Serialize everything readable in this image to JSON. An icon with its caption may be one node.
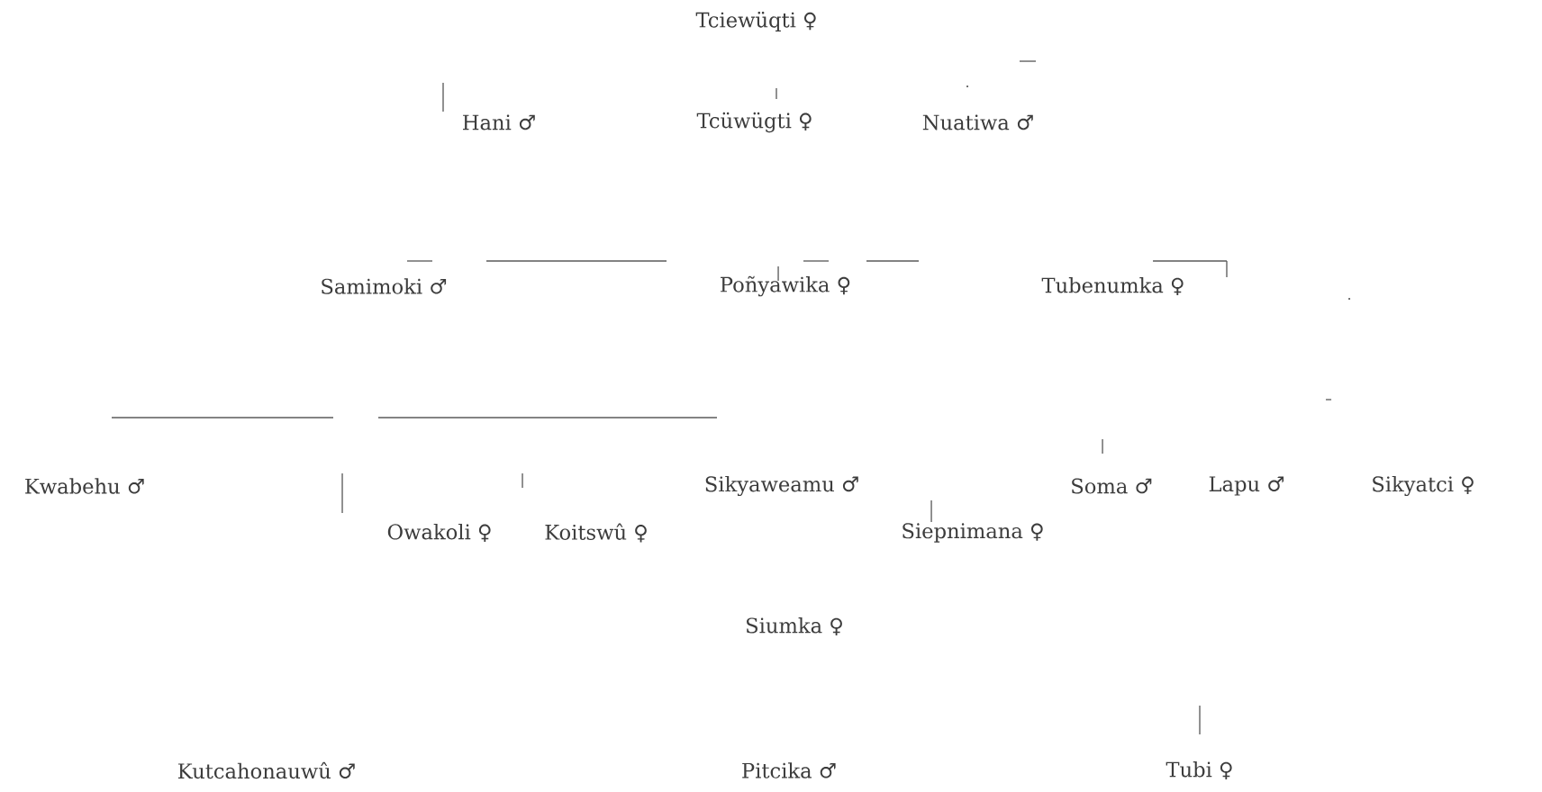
{
  "diagram": {
    "nodes": [
      {
        "text": [
          "Tciewüqti ♀"
        ]
      },
      {
        "text": [
          "Hani ♂"
        ]
      },
      {
        "text": [
          "Tcüwügti ♀"
        ]
      },
      {
        "text": [
          "Nuatiwa ♂"
        ]
      },
      {
        "text": [
          "Samimoki ♂"
        ]
      },
      {
        "text": [
          "Poñyawika ♀"
        ]
      },
      {
        "text": [
          "Tubenumka ♀"
        ]
      },
      {
        "text": [
          "Kwabehu ♂"
        ]
      },
      {
        "text": [
          "Owakoli ♀"
        ]
      },
      {
        "text": [
          "Koitswû ♀"
        ]
      },
      {
        "text": [
          "Sikyaweamu ♂"
        ]
      },
      {
        "text": [
          "Siepnimana ♀"
        ]
      },
      {
        "text": [
          "Soma ♂"
        ]
      },
      {
        "text": [
          "Lapu ♂"
        ]
      },
      {
        "text": [
          "Sikyatci ♀"
        ]
      },
      {
        "text": [
          "Siumka ♀"
        ]
      },
      {
        "text": [
          "Kutcahonauwû ♂"
        ]
      },
      {
        "text": [
          "Pitcika ♂"
        ]
      },
      {
        "text": [
          "Tubi ♀"
        ]
      }
    ]
  }
}
